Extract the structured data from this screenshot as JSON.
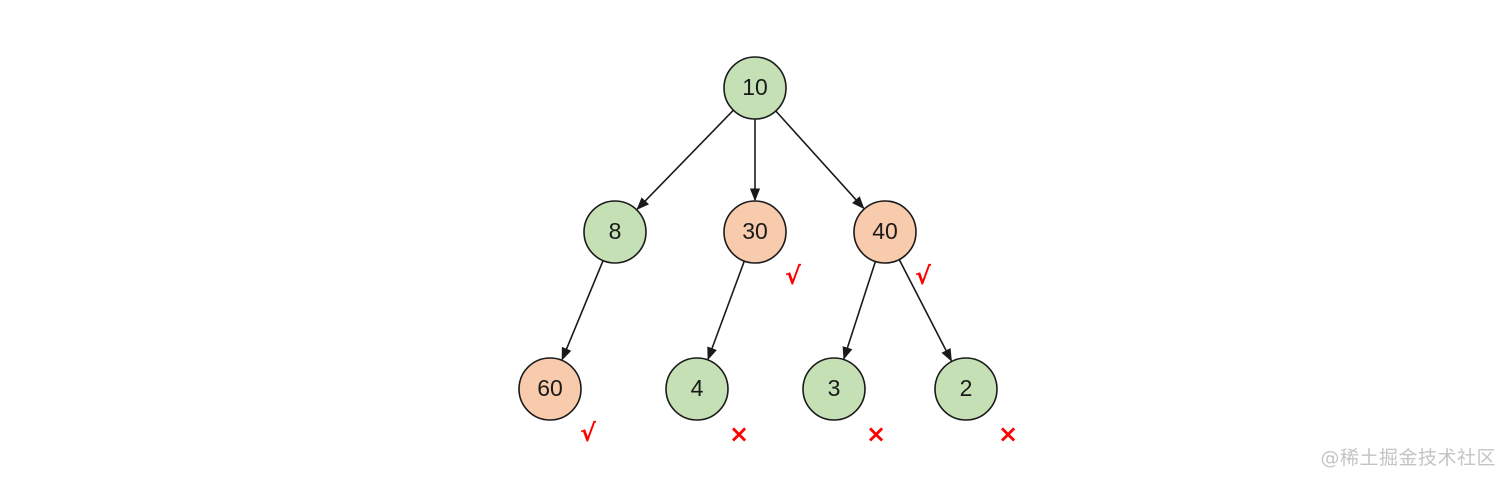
{
  "colors": {
    "green_fill": "#c5e0b4",
    "orange_fill": "#f8cbad",
    "stroke": "#1a1a1a",
    "mark_red": "#ff0000",
    "watermark": "#c4c4c4"
  },
  "tree": {
    "nodes": [
      {
        "id": "n10",
        "label": "10",
        "fill": "green",
        "mark": ""
      },
      {
        "id": "n8",
        "label": "8",
        "fill": "green",
        "mark": ""
      },
      {
        "id": "n30",
        "label": "30",
        "fill": "orange",
        "mark": "√"
      },
      {
        "id": "n40",
        "label": "40",
        "fill": "orange",
        "mark": "√"
      },
      {
        "id": "n60",
        "label": "60",
        "fill": "orange",
        "mark": "√"
      },
      {
        "id": "n4",
        "label": "4",
        "fill": "green",
        "mark": "×"
      },
      {
        "id": "n3",
        "label": "3",
        "fill": "green",
        "mark": "×"
      },
      {
        "id": "n2",
        "label": "2",
        "fill": "green",
        "mark": "×"
      }
    ],
    "edges": [
      {
        "from": "n10",
        "to": "n8"
      },
      {
        "from": "n10",
        "to": "n30"
      },
      {
        "from": "n10",
        "to": "n40"
      },
      {
        "from": "n8",
        "to": "n60"
      },
      {
        "from": "n30",
        "to": "n4"
      },
      {
        "from": "n40",
        "to": "n3"
      },
      {
        "from": "n40",
        "to": "n2"
      }
    ]
  },
  "watermark": {
    "text": "@稀土掘金技术社区"
  }
}
